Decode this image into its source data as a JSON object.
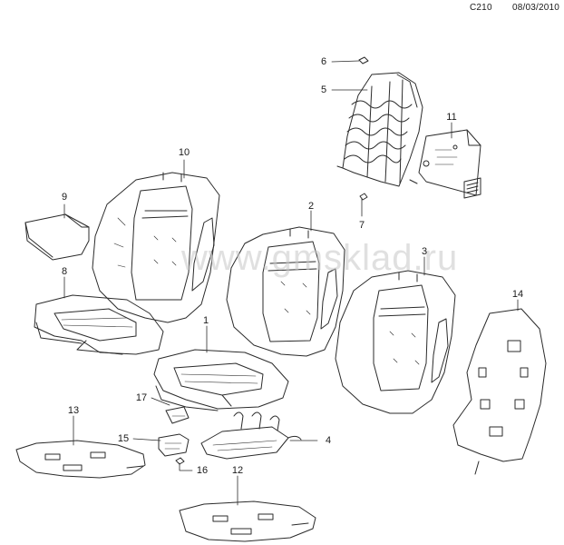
{
  "header": {
    "model_code": "C210",
    "date": "08/03/2010"
  },
  "watermark": "www.gmsklad.ru",
  "callouts": [
    "1",
    "2",
    "3",
    "4",
    "5",
    "6",
    "7",
    "8",
    "9",
    "10",
    "11",
    "12",
    "13",
    "14",
    "15",
    "16",
    "17"
  ],
  "colors": {
    "line": "#2b2b2b",
    "watermark": "#c8c8c8"
  }
}
